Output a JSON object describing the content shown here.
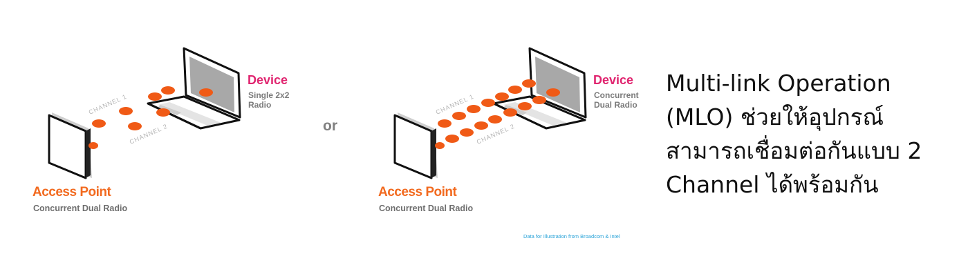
{
  "left_diagram": {
    "access_point": {
      "title": "Access Point",
      "subtitle": "Concurrent Dual Radio"
    },
    "device": {
      "title": "Device",
      "subtitle": "Single 2x2\nRadio"
    },
    "channel_1_label": "CHANNEL 1",
    "channel_2_label": "CHANNEL 2"
  },
  "separator": "or",
  "right_diagram": {
    "access_point": {
      "title": "Access Point",
      "subtitle": "Concurrent Dual Radio"
    },
    "device": {
      "title": "Device",
      "subtitle": "Concurrent\nDual Radio"
    },
    "channel_1_label": "CHANNEL 1",
    "channel_2_label": "CHANNEL 2"
  },
  "credit": "Data for Illustration from Broadcom & Intel",
  "caption": "Multi-link Operation\n(MLO) ช่วยให้อุปกรณ์\nสามารถเชื่อมต่อกันแบบ 2\nChannel ได้พร้อมกัน",
  "colors": {
    "signal": "#f05a16",
    "access_point_label": "#f26a1f",
    "device_label": "#e0246f",
    "credit": "#2aa3d8"
  }
}
